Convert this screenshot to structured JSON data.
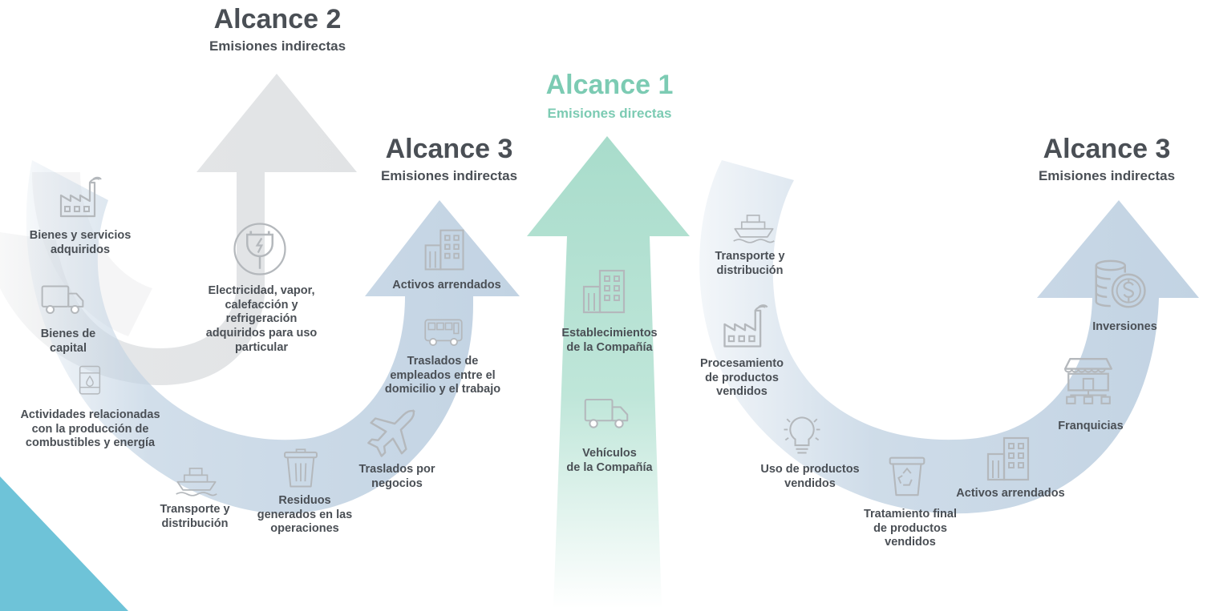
{
  "colors": {
    "text": "#4a4f55",
    "scope1_green": "#7ccbb3",
    "scope1_arrow": "#a8dccb",
    "scope2_grey": "#e1e3e5",
    "scope3_blue": "#c2d3e3",
    "corner_teal": "#6ec3d8",
    "icon_grey": "#b4b8bc"
  },
  "headers": {
    "scope2": {
      "title": "Alcance 2",
      "subtitle": "Emisiones indirectas"
    },
    "scope1": {
      "title": "Alcance 1",
      "subtitle": "Emisiones directas"
    },
    "scope3_upstream": {
      "title": "Alcance 3",
      "subtitle": "Emisiones indirectas"
    },
    "scope3_downstream": {
      "title": "Alcance 3",
      "subtitle": "Emisiones indirectas"
    }
  },
  "scope2_items": [
    {
      "label": "Electricidad, vapor,\ncalefacción y\nrefrigeración\nadquiridos para uso\nparticular",
      "icon": "plug-icon"
    }
  ],
  "scope1_items": [
    {
      "label": "Establecimientos\nde la Compañía",
      "icon": "building-icon"
    },
    {
      "label": "Vehículos\nde la Compañía",
      "icon": "truck-icon"
    }
  ],
  "scope3_upstream_items": [
    {
      "label": "Bienes y servicios\nadquiridos",
      "icon": "factory-icon"
    },
    {
      "label": "Bienes de\ncapital",
      "icon": "truck-icon"
    },
    {
      "label": "Actividades relacionadas\ncon la producción de\ncombustibles y energía",
      "icon": "fuel-barrel-icon"
    },
    {
      "label": "Transporte y\ndistribución",
      "icon": "ship-icon"
    },
    {
      "label": "Residuos\ngenerados en las\noperaciones",
      "icon": "trash-bin-icon"
    },
    {
      "label": "Traslados por\nnegocios",
      "icon": "airplane-icon"
    },
    {
      "label": "Traslados de\nempleados entre el\ndomicilio y el trabajo",
      "icon": "bus-icon"
    },
    {
      "label": "Activos arrendados",
      "icon": "building-icon"
    }
  ],
  "scope3_downstream_items": [
    {
      "label": "Transporte y\ndistribución",
      "icon": "ship-icon"
    },
    {
      "label": "Procesamiento\nde productos\nvendidos",
      "icon": "factory-icon"
    },
    {
      "label": "Uso de productos\nvendidos",
      "icon": "lightbulb-icon"
    },
    {
      "label": "Tratamiento final\nde productos\nvendidos",
      "icon": "recycle-bin-icon"
    },
    {
      "label": "Activos arrendados",
      "icon": "building-icon"
    },
    {
      "label": "Franquicias",
      "icon": "storefront-icon"
    },
    {
      "label": "Inversiones",
      "icon": "coins-icon"
    }
  ]
}
